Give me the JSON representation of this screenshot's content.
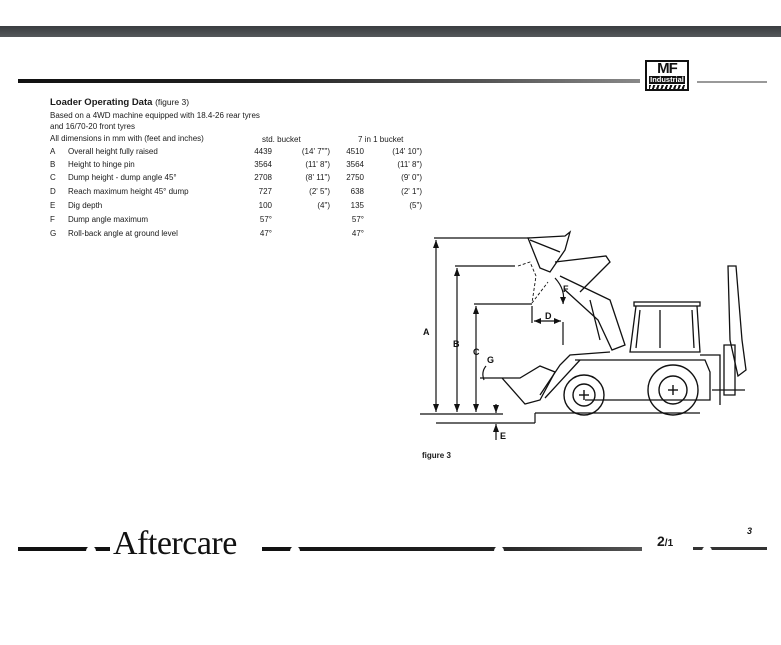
{
  "header": {
    "logo_top": "MF",
    "logo_bottom": "Industrial"
  },
  "section": {
    "title": "Loader Operating Data",
    "title_ref": "(figure 3)",
    "intro_lines": [
      "Based on a 4WD machine equipped with 18.4-26 rear tyres",
      "and 16/70-20 front tyres",
      "All dimensions in mm with (feet and inches)"
    ],
    "columns": {
      "std_bucket": "std. bucket",
      "seven_in_one": "7 in 1 bucket"
    },
    "rows": [
      {
        "letter": "A",
        "label": "Overall height fully raised",
        "std": "4439",
        "std_ft": "(14' 7\"\")",
        "alt": "4510",
        "alt_ft": "(14' 10\")"
      },
      {
        "letter": "B",
        "label": "Height to hinge pin",
        "std": "3564",
        "std_ft": "(11' 8\")",
        "alt": "3564",
        "alt_ft": "(11' 8\")"
      },
      {
        "letter": "C",
        "label": "Dump height - dump angle 45°",
        "std": "2708",
        "std_ft": "(8' 11\")",
        "alt": "2750",
        "alt_ft": "(9' 0\")"
      },
      {
        "letter": "D",
        "label": "Reach maximum height 45° dump",
        "std": "727",
        "std_ft": "(2' 5\")",
        "alt": "638",
        "alt_ft": "(2' 1\")"
      },
      {
        "letter": "E",
        "label": "Dig depth",
        "std": "100",
        "std_ft": "(4\")",
        "alt": "135",
        "alt_ft": "(5\")"
      },
      {
        "letter": "F",
        "label": "Dump angle maximum",
        "std": "57°",
        "std_ft": "",
        "alt": "57°",
        "alt_ft": ""
      },
      {
        "letter": "G",
        "label": "Roll-back angle at ground level",
        "std": "47°",
        "std_ft": "",
        "alt": "47°",
        "alt_ft": ""
      }
    ]
  },
  "figure": {
    "caption": "figure 3",
    "dimension_labels": [
      "A",
      "B",
      "C",
      "D",
      "E",
      "F",
      "G"
    ]
  },
  "footer": {
    "brand": "Aftercare",
    "page_major": "2",
    "page_minor": "/1",
    "corner_number": "3"
  }
}
